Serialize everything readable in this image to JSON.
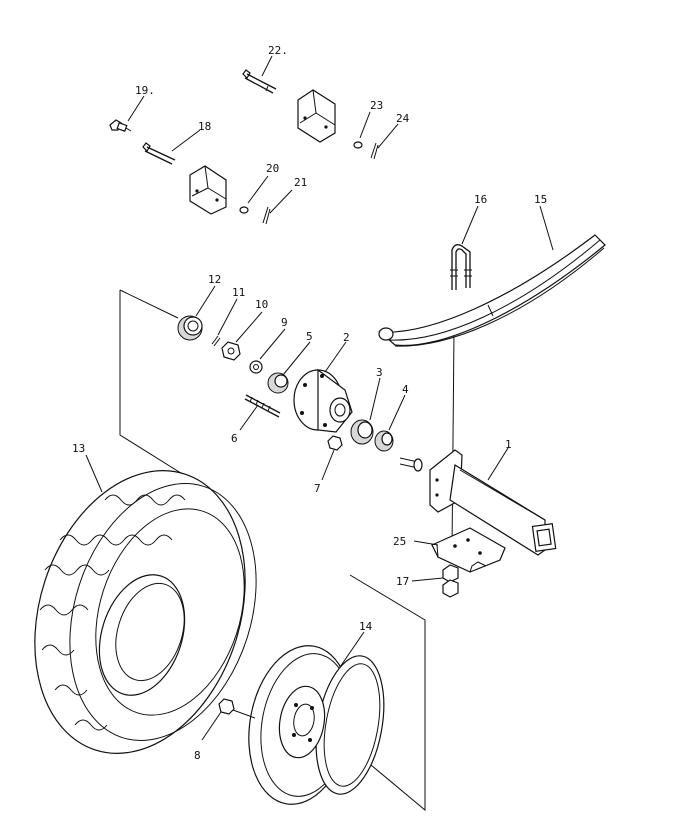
{
  "callouts": {
    "c1": "1",
    "c2": "2",
    "c3": "3",
    "c4": "4",
    "c5": "5",
    "c6": "6",
    "c7": "7",
    "c8": "8",
    "c9": "9",
    "c10": "10",
    "c11": "11",
    "c12": "12",
    "c13": "13",
    "c14": "14",
    "c15": "15",
    "c16": "16",
    "c17": "17",
    "c18": "18",
    "c19": "19.",
    "c20": "20",
    "c21": "21",
    "c22": "22.",
    "c23": "23",
    "c24": "24",
    "c25": "25"
  }
}
